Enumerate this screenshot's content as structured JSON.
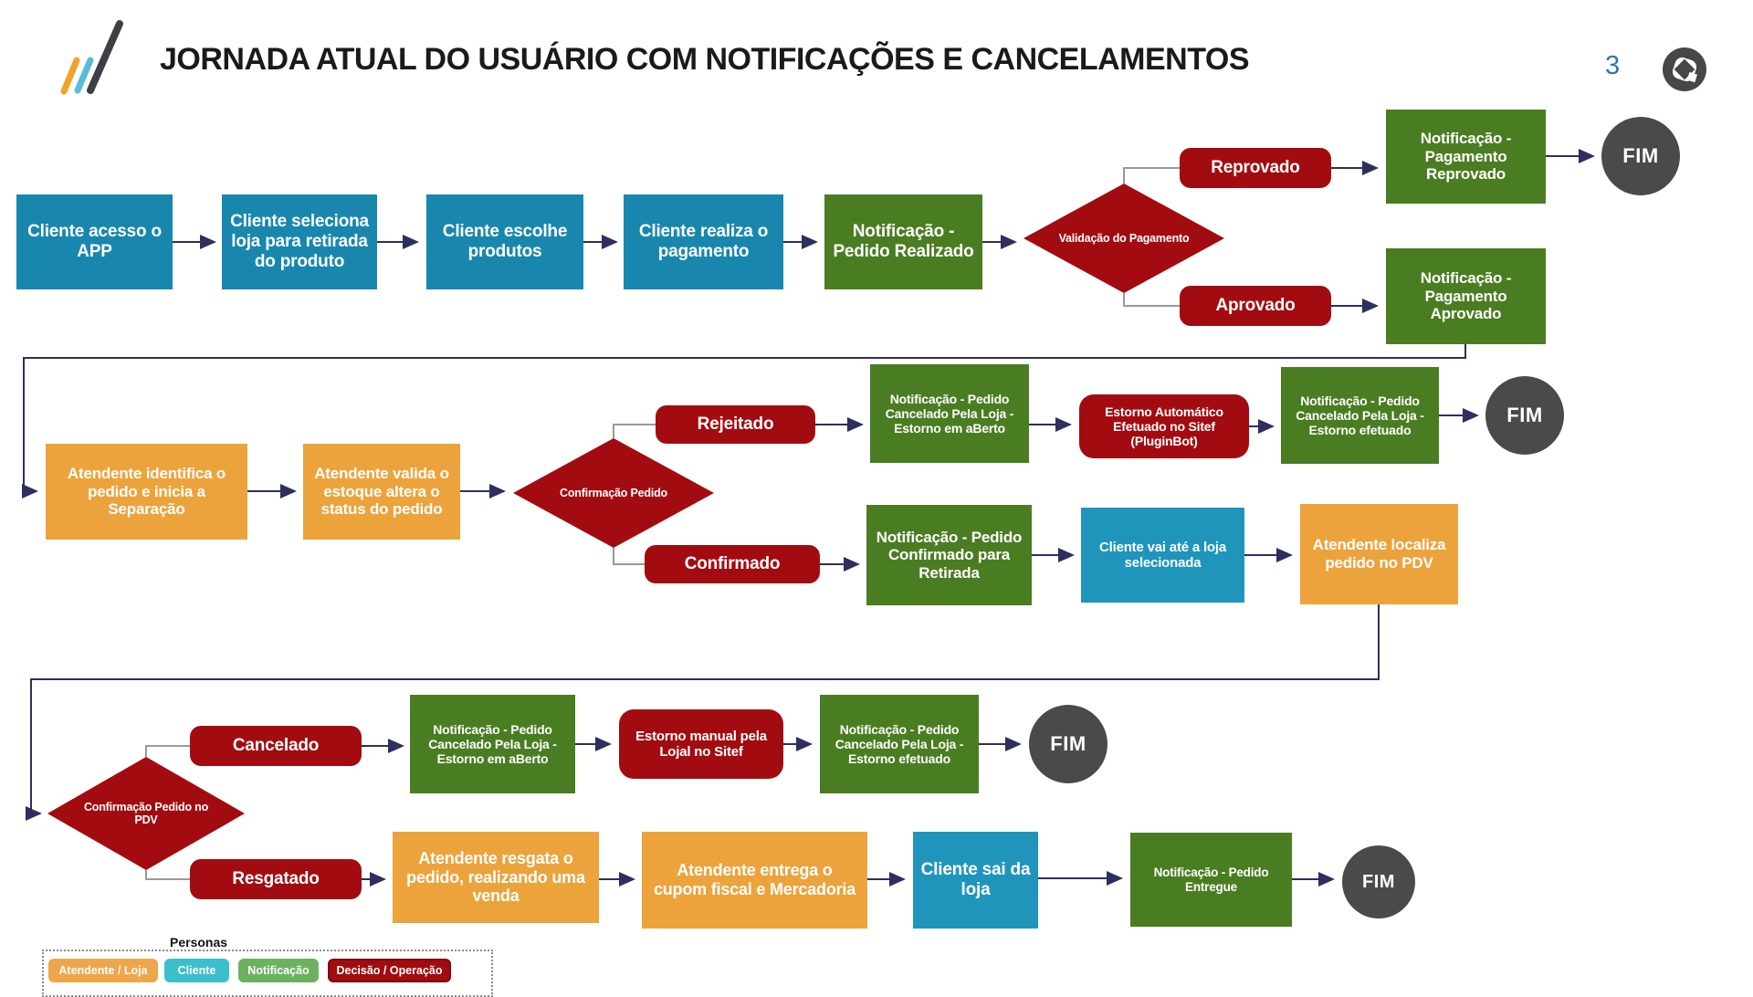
{
  "header": {
    "title": "JORNADA ATUAL DO USUÁRIO COM NOTIFICAÇÕES E CANCELAMENTOS",
    "page_number": "3",
    "icons": {
      "left": "slashes-logo",
      "right": "totvs-logo"
    }
  },
  "fim_label": "FIM",
  "nodes": {
    "cliente_acesso_app": "Cliente acesso o APP",
    "cliente_seleciona_loja": "Cliente seleciona loja para retirada do produto",
    "cliente_escolhe_produtos": "Cliente escolhe produtos",
    "cliente_realiza_pagamento": "Cliente realiza o pagamento",
    "notif_pedido_realizado": "Notificação - Pedido Realizado",
    "validacao_pagamento": "Validação do Pagamento",
    "reprovado": "Reprovado",
    "aprovado": "Aprovado",
    "notif_pagamento_reprovado": "Notificação - Pagamento Reprovado",
    "notif_pagamento_aprovado": "Notificação - Pagamento Aprovado",
    "atendente_identifica": "Atendente identifica o pedido e inicia a Separação",
    "atendente_valida_estoque": "Atendente valida o estoque altera o status do pedido",
    "confirmacao_pedido": "Confirmação Pedido",
    "rejeitado": "Rejeitado",
    "confirmado": "Confirmado",
    "notif_cancelado_estorno_aberto": "Notificação - Pedido Cancelado Pela Loja - Estorno em aBerto",
    "estorno_automatico": "Estorno Automático Efetuado no Sitef (PluginBot)",
    "notif_cancelado_estorno_efetuado": "Notificação - Pedido Cancelado Pela Loja - Estorno efetuado",
    "notif_confirmado_retirada": "Notificação - Pedido Confirmado para Retirada",
    "cliente_vai_loja": "Cliente vai até a loja selecionada",
    "atendente_localiza_pdv": "Atendente localiza pedido no PDV",
    "confirmacao_pedido_pdv": "Confirmação Pedido no PDV",
    "cancelado": "Cancelado",
    "resgatado": "Resgatado",
    "estorno_manual": "Estorno manual pela Lojal no Sitef",
    "atendente_resgata": "Atendente resgata o pedido, realizando uma venda",
    "atendente_entrega": "Atendente entrega o cupom fiscal e Mercadoria",
    "cliente_sai_loja": "Cliente sai da loja",
    "notif_pedido_entregue": "Notificação - Pedido Entregue"
  },
  "legend": {
    "title": "Personas",
    "items": [
      {
        "label": "Atendente / Loja",
        "color": "#EFA54A"
      },
      {
        "label": "Cliente",
        "color": "#3BBFCD"
      },
      {
        "label": "Notificação",
        "color": "#6CB25E"
      },
      {
        "label": "Decisão / Operação",
        "color": "#A20C11"
      }
    ]
  },
  "colors": {
    "client_blue": "#1987AD",
    "client_blue_alt": "#2095BC",
    "notification_green": "#4A7D22",
    "attendant_orange": "#ECA33C",
    "decision_red": "#A20C11",
    "connector_navy": "#2E2E60",
    "elbow_gray": "#999999",
    "fim_gray": "#4A4A4A",
    "page_number_blue": "#2E75B6"
  }
}
